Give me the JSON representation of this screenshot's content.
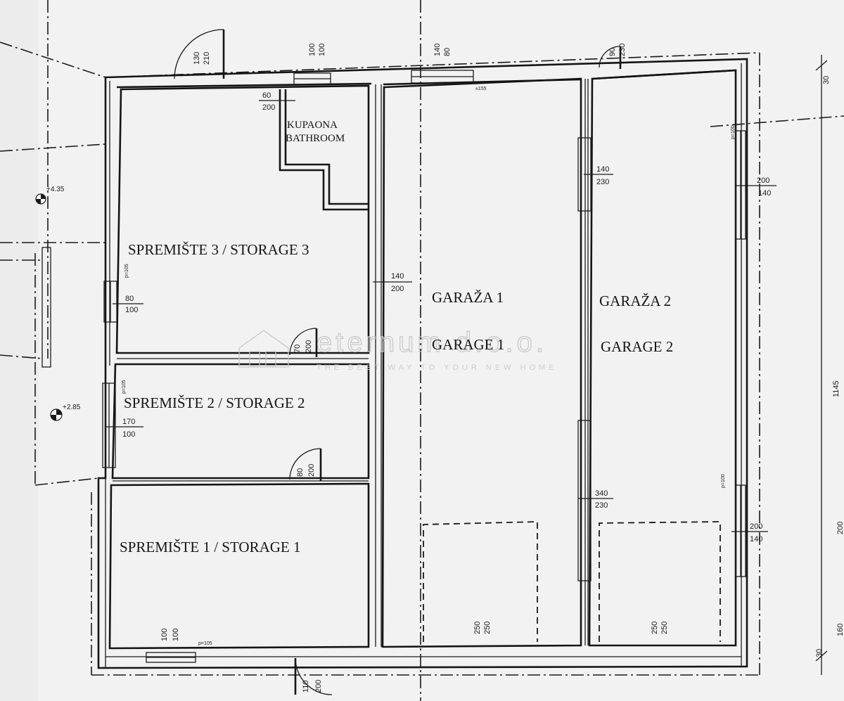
{
  "rooms": {
    "kupaona": "KUPAONA",
    "bathroom": "BATHROOM",
    "storage3": "SPREMIŠTE 3 / STORAGE 3",
    "storage2": "SPREMIŠTE 2 / STORAGE 2",
    "storage1": "SPREMIŠTE 1  / STORAGE 1",
    "garaza1": "GARAŽA 1",
    "garage1": "GARAGE 1",
    "garaza2": "GARAŽA 2",
    "garage2": "GARAGE 2"
  },
  "dimensions": {
    "door_top_a": [
      "130",
      "210"
    ],
    "win_top_a": [
      "100",
      "100"
    ],
    "win_top_b": [
      "140",
      "80"
    ],
    "door_top_b": [
      "90",
      "230"
    ],
    "bath_win": [
      "60",
      "200"
    ],
    "opening_mid": [
      "140",
      "200"
    ],
    "win_left_3": [
      "80",
      "100"
    ],
    "door_storage3": [
      "70",
      "200"
    ],
    "win_left_2": [
      "170",
      "100"
    ],
    "door_storage2": [
      "80",
      "200"
    ],
    "win_right_upper": [
      "140",
      "230"
    ],
    "win_right_mid": [
      "340",
      "230"
    ],
    "win_far_right_a": [
      "200",
      "140"
    ],
    "win_far_right_b": [
      "200",
      "140"
    ],
    "win_bottom_s1": [
      "100",
      "100"
    ],
    "door_bottom": [
      "110",
      "200"
    ],
    "floor_g1": [
      "250",
      "250"
    ],
    "floor_g2": [
      "250",
      "250"
    ],
    "overall_height": "1145",
    "top_edge": "30",
    "bottom_edge": "30",
    "parapet_1": "p=105",
    "parapet_2": "p=105",
    "parapet_3": "p=105",
    "parapet_4": "p=100",
    "parapet_5": "p=100",
    "small_top": "±155",
    "edge_right_a": "200",
    "edge_right_b": "160"
  },
  "levels": {
    "upper": "+4.35",
    "lower": "+2.85"
  },
  "watermark": {
    "title": "eternum d.o.o.",
    "subtitle": "THE BEST WAY TO YOUR NEW HOME"
  }
}
